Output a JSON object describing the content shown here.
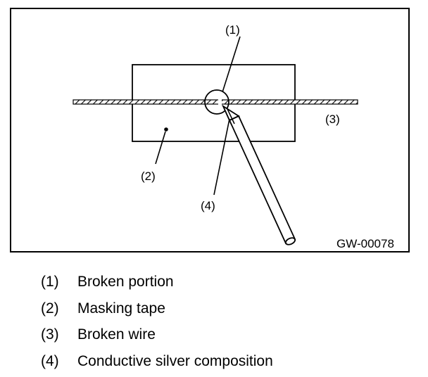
{
  "figure": {
    "id": "GW-00078",
    "callouts": [
      {
        "num": "(1)",
        "label": "Broken portion"
      },
      {
        "num": "(2)",
        "label": "Masking tape"
      },
      {
        "num": "(3)",
        "label": "Broken wire"
      },
      {
        "num": "(4)",
        "label": "Conductive silver composition"
      }
    ]
  },
  "legend": [
    {
      "num": "(1)",
      "label": "Broken portion"
    },
    {
      "num": "(2)",
      "label": "Masking tape"
    },
    {
      "num": "(3)",
      "label": "Broken wire"
    },
    {
      "num": "(4)",
      "label": "Conductive silver composition"
    }
  ]
}
